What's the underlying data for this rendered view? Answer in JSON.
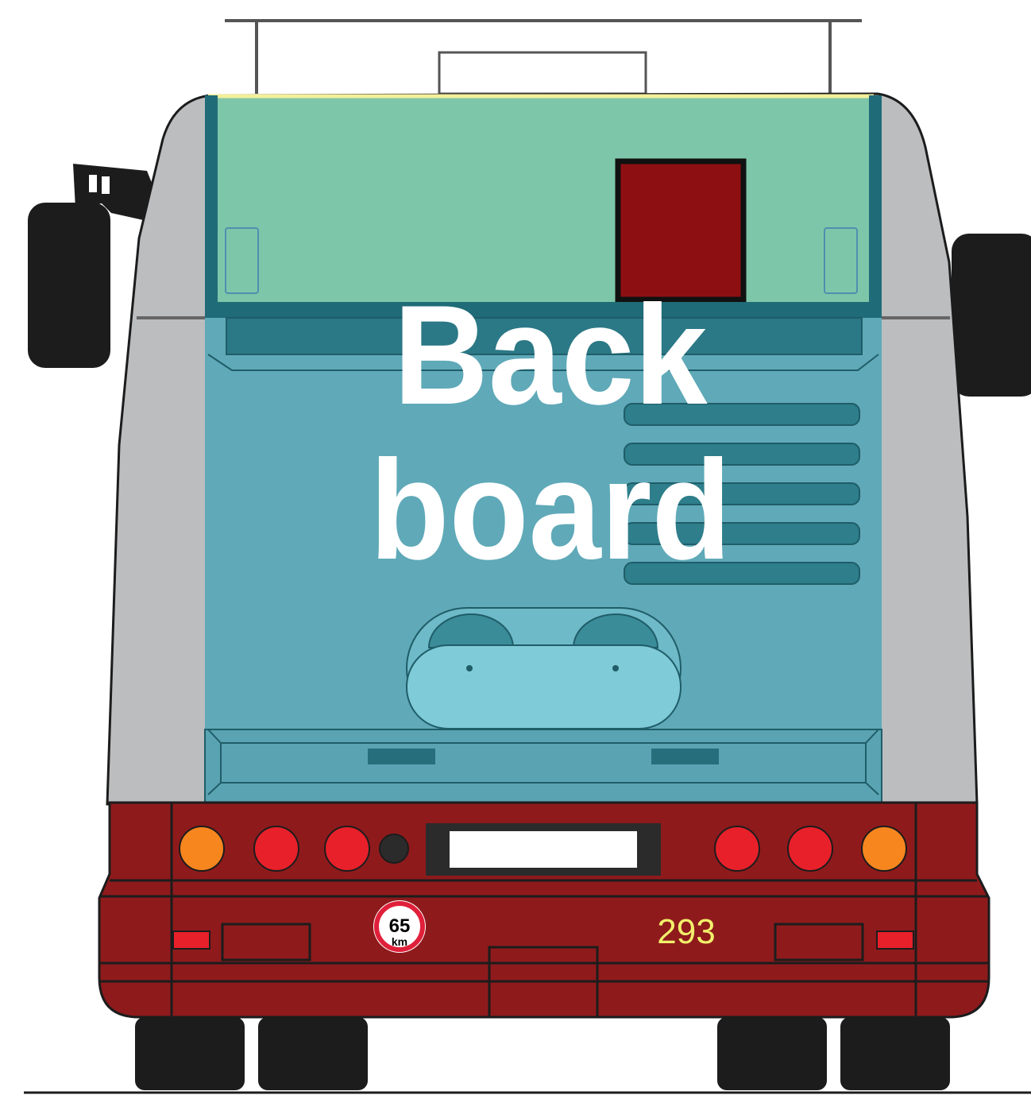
{
  "overlay": {
    "line1": "Back",
    "line2": "board"
  },
  "speed_sign": {
    "number": "65",
    "unit": "km"
  },
  "bus_number": "293",
  "colors": {
    "bus_body": "#8e1a1c",
    "bus_side": "#bcbdbf",
    "windshield": "#7ec6a9",
    "back_panel": "#5fa9b8",
    "overlay_text": "#ffffff",
    "bus_number": "#f2ef6b",
    "tail_light_red": "#e8202a",
    "tail_light_amber": "#f7861f",
    "outline": "#1c1c1c"
  }
}
